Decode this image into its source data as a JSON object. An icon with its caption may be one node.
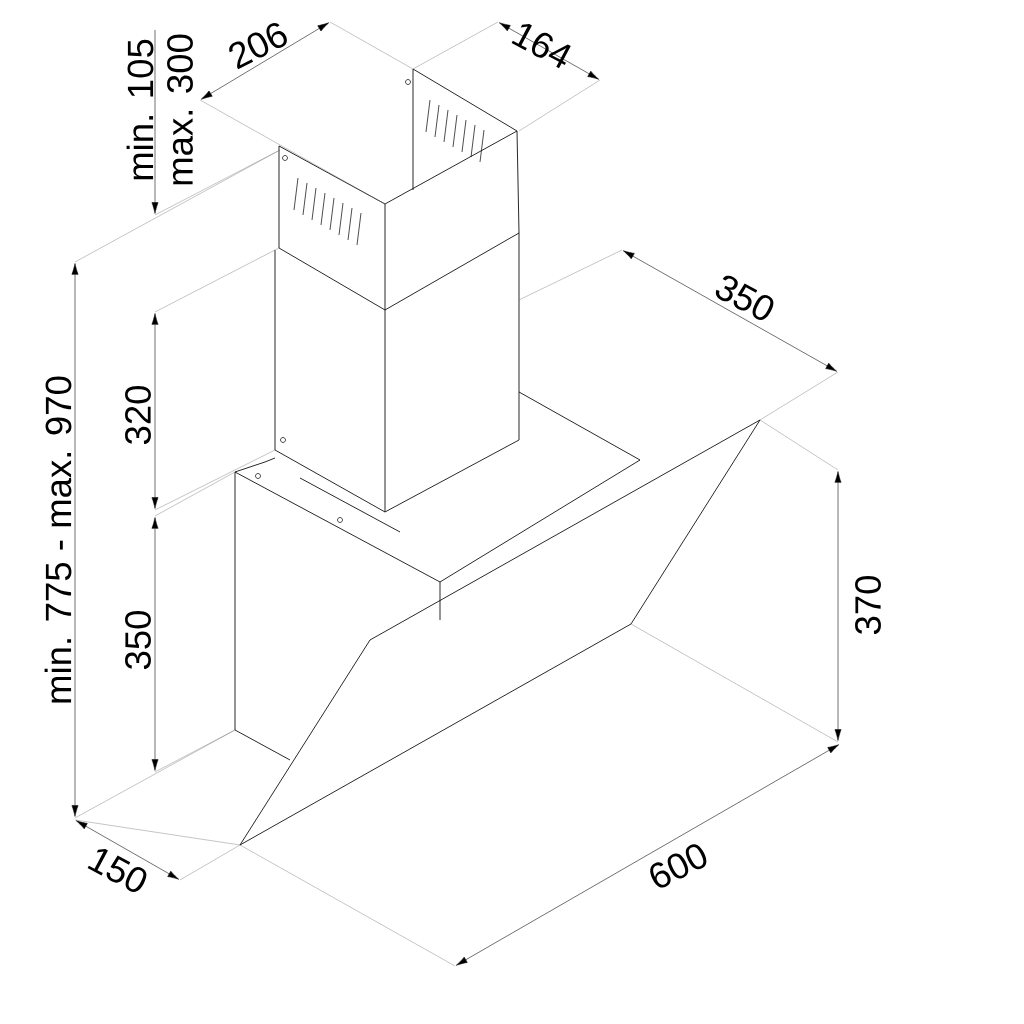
{
  "diagram": {
    "labels": [
      "206",
      "164",
      "min. 105",
      "max. 300",
      "350",
      "320",
      "min. 775 - max. 970",
      "350",
      "370",
      "150",
      "600"
    ]
  }
}
